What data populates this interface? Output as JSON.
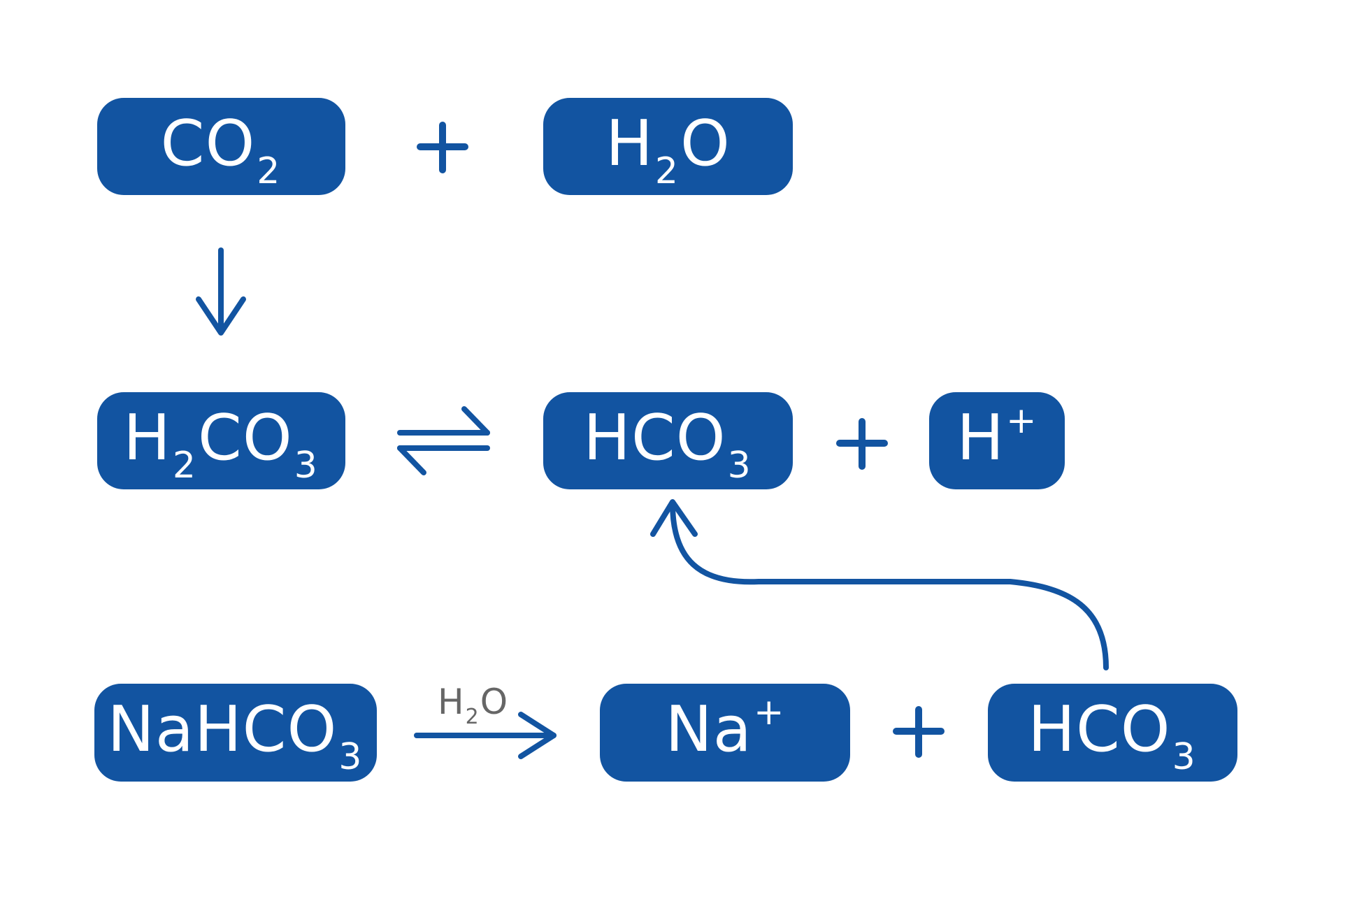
{
  "colors": {
    "box": "#1254a1",
    "text": "#ffffff",
    "condition": "#666666"
  },
  "species": {
    "co2": {
      "main": "CO",
      "sub": "2"
    },
    "h2o": {
      "h": "H",
      "sub": "2",
      "o": "O"
    },
    "h2co3": {
      "h": "H",
      "sub": "2",
      "rest": "CO",
      "sub2": "3"
    },
    "hco3_a": {
      "main": "HCO",
      "sub": "3"
    },
    "hplus": {
      "main": "H",
      "sup": "+"
    },
    "nahco3": {
      "main": "NaHCO",
      "sub": "3"
    },
    "naplus": {
      "main": "Na",
      "sup": "+"
    },
    "hco3_b": {
      "main": "HCO",
      "sub": "3"
    }
  },
  "reaction_condition": {
    "h": "H",
    "sub": "2",
    "o": "O"
  }
}
